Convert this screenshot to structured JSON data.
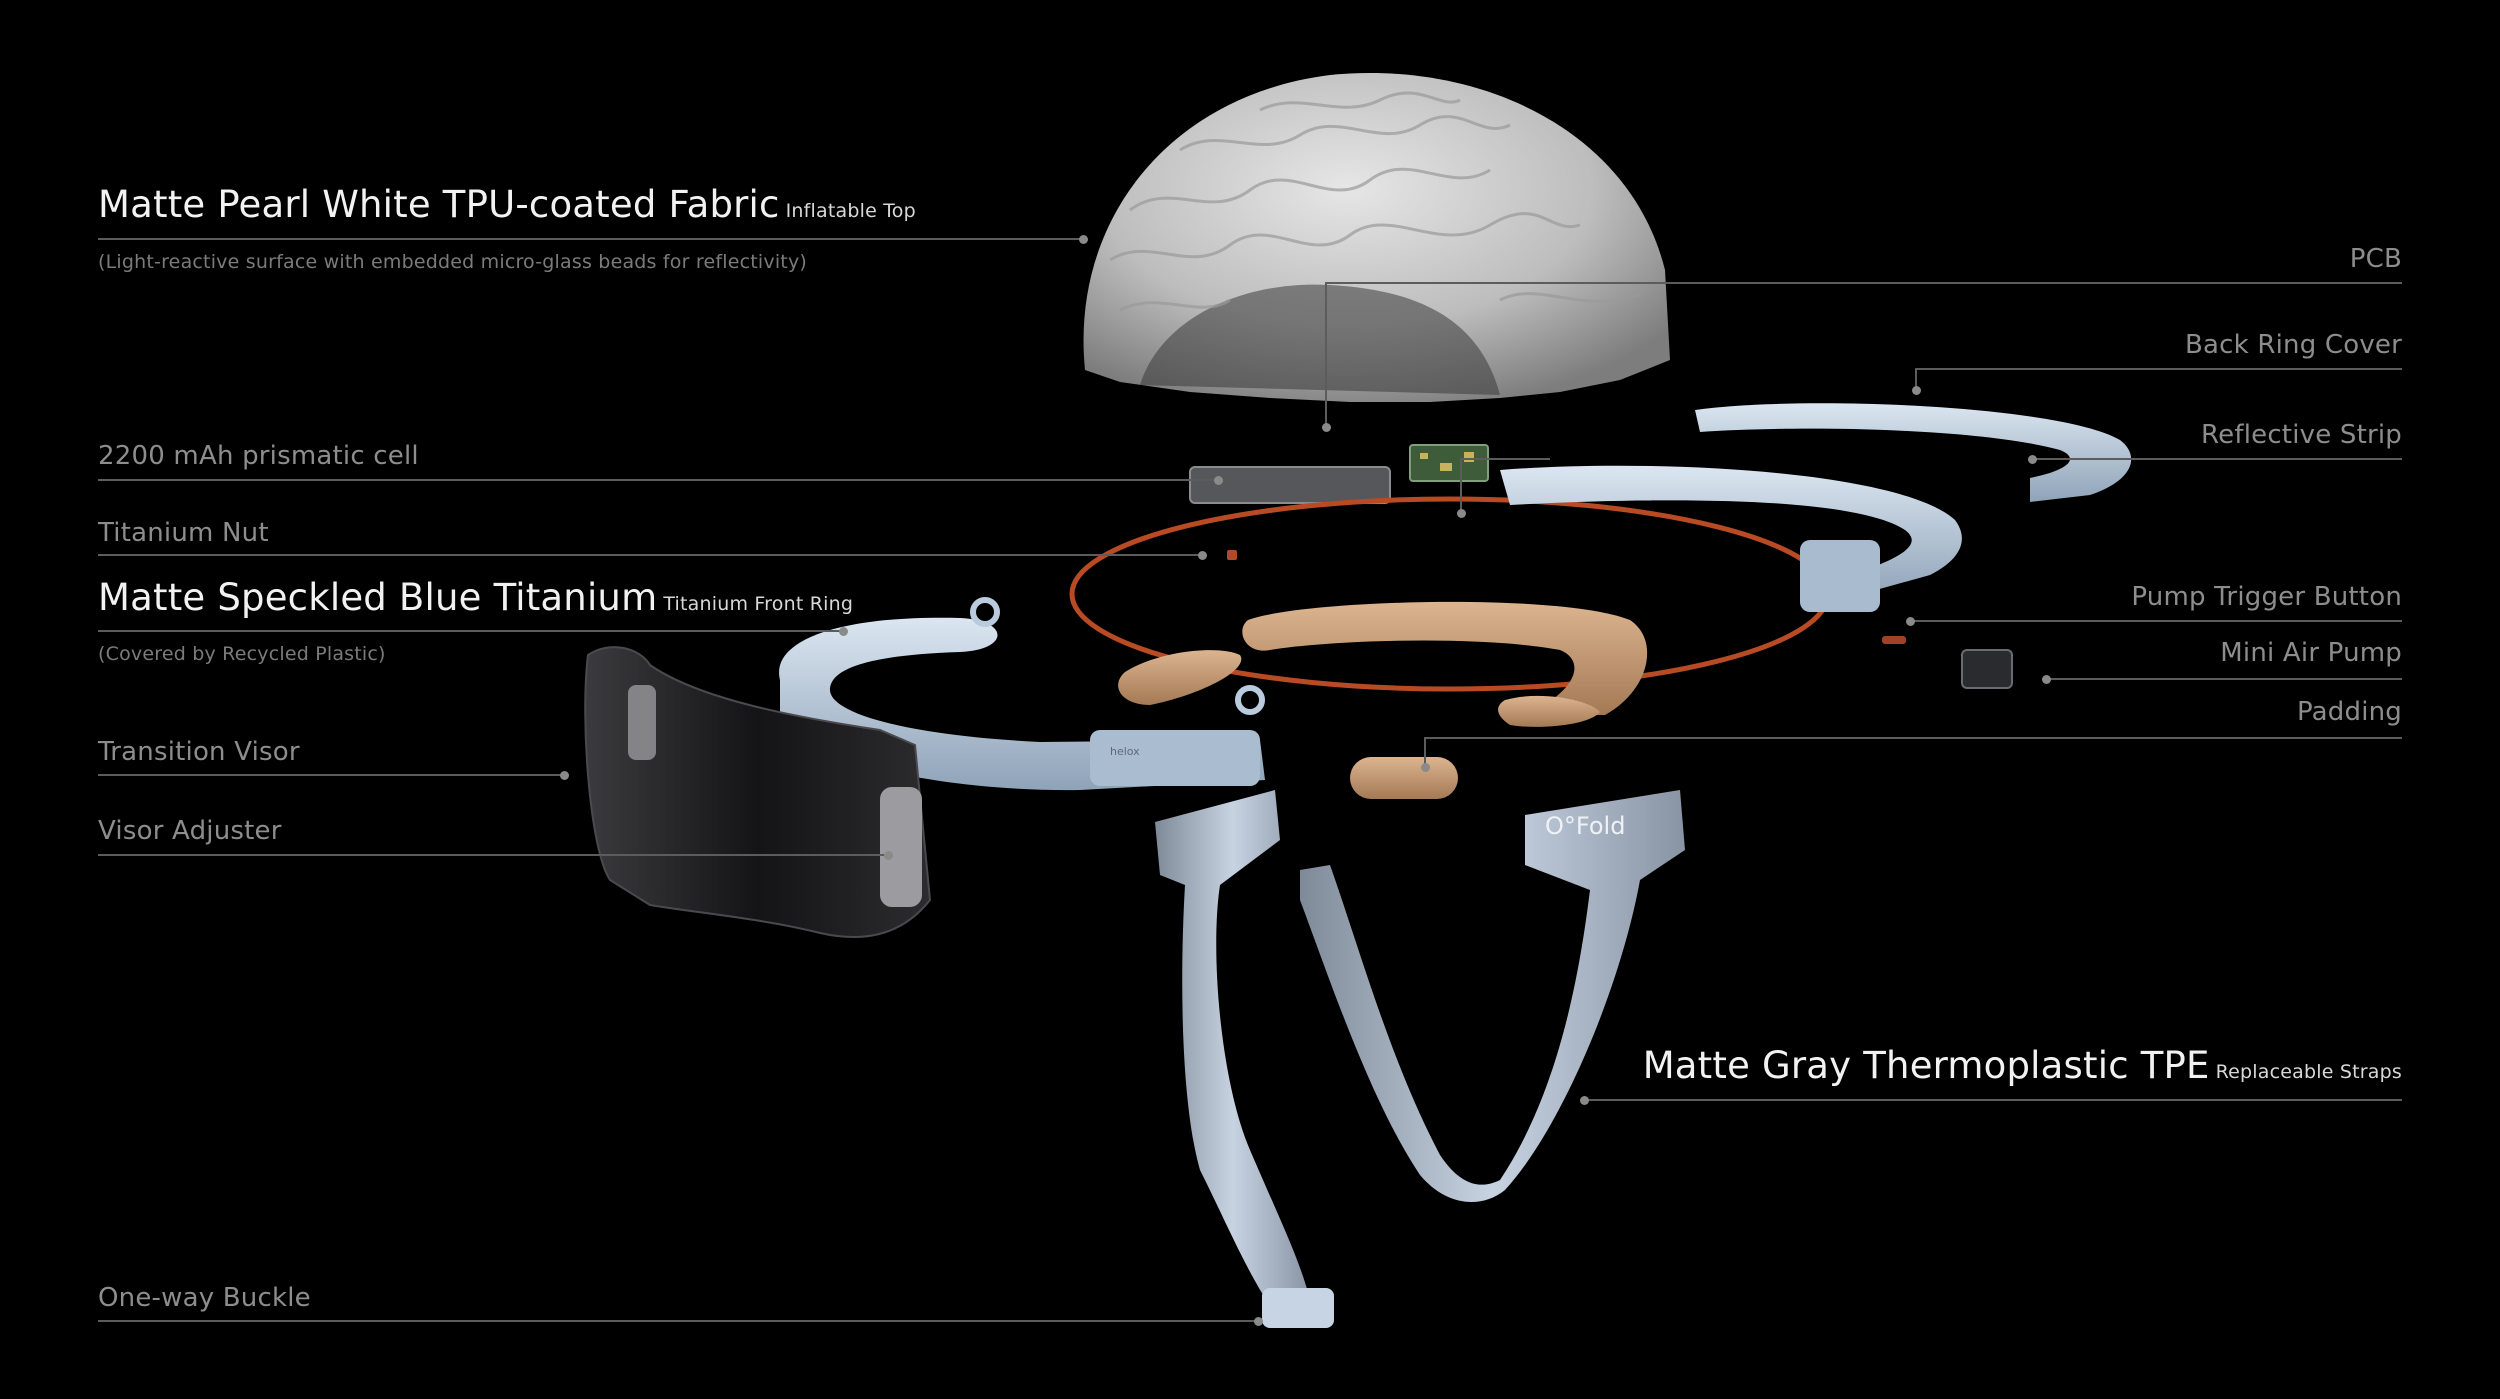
{
  "labels": {
    "fabric_title": "Matte Pearl White TPU-coated Fabric",
    "fabric_sub": "Inflatable Top",
    "fabric_note": "(Light-reactive surface with embedded micro-glass beads for reflectivity)",
    "cell": "2200 mAh prismatic cell",
    "nut": "Titanium Nut",
    "titanium_title": "Matte Speckled Blue Titanium",
    "titanium_sub": "Titanium Front Ring",
    "titanium_note": "(Covered by Recycled Plastic)",
    "visor": "Transition Visor",
    "visor_adjuster": "Visor Adjuster",
    "buckle": "One-way Buckle",
    "pcb": "PCB",
    "back_ring": "Back Ring Cover",
    "reflective": "Reflective Strip",
    "pump_button": "Pump Trigger Button",
    "air_pump": "Mini Air Pump",
    "padding": "Padding",
    "straps_title": "Matte Gray Thermoplastic TPE",
    "straps_sub": "Replaceable Straps"
  },
  "product_marks": {
    "strap_logo": "O°Fold",
    "ring_brand": "helox"
  },
  "colors": {
    "background": "#000000",
    "fabric": "#cfcfcf",
    "titanium_blue": "#b9cbdd",
    "strap_gray": "#b8c4d4",
    "padding_tan": "#c9a07c",
    "copper": "#c8552e",
    "visor_dark": "#1d1d1f"
  }
}
